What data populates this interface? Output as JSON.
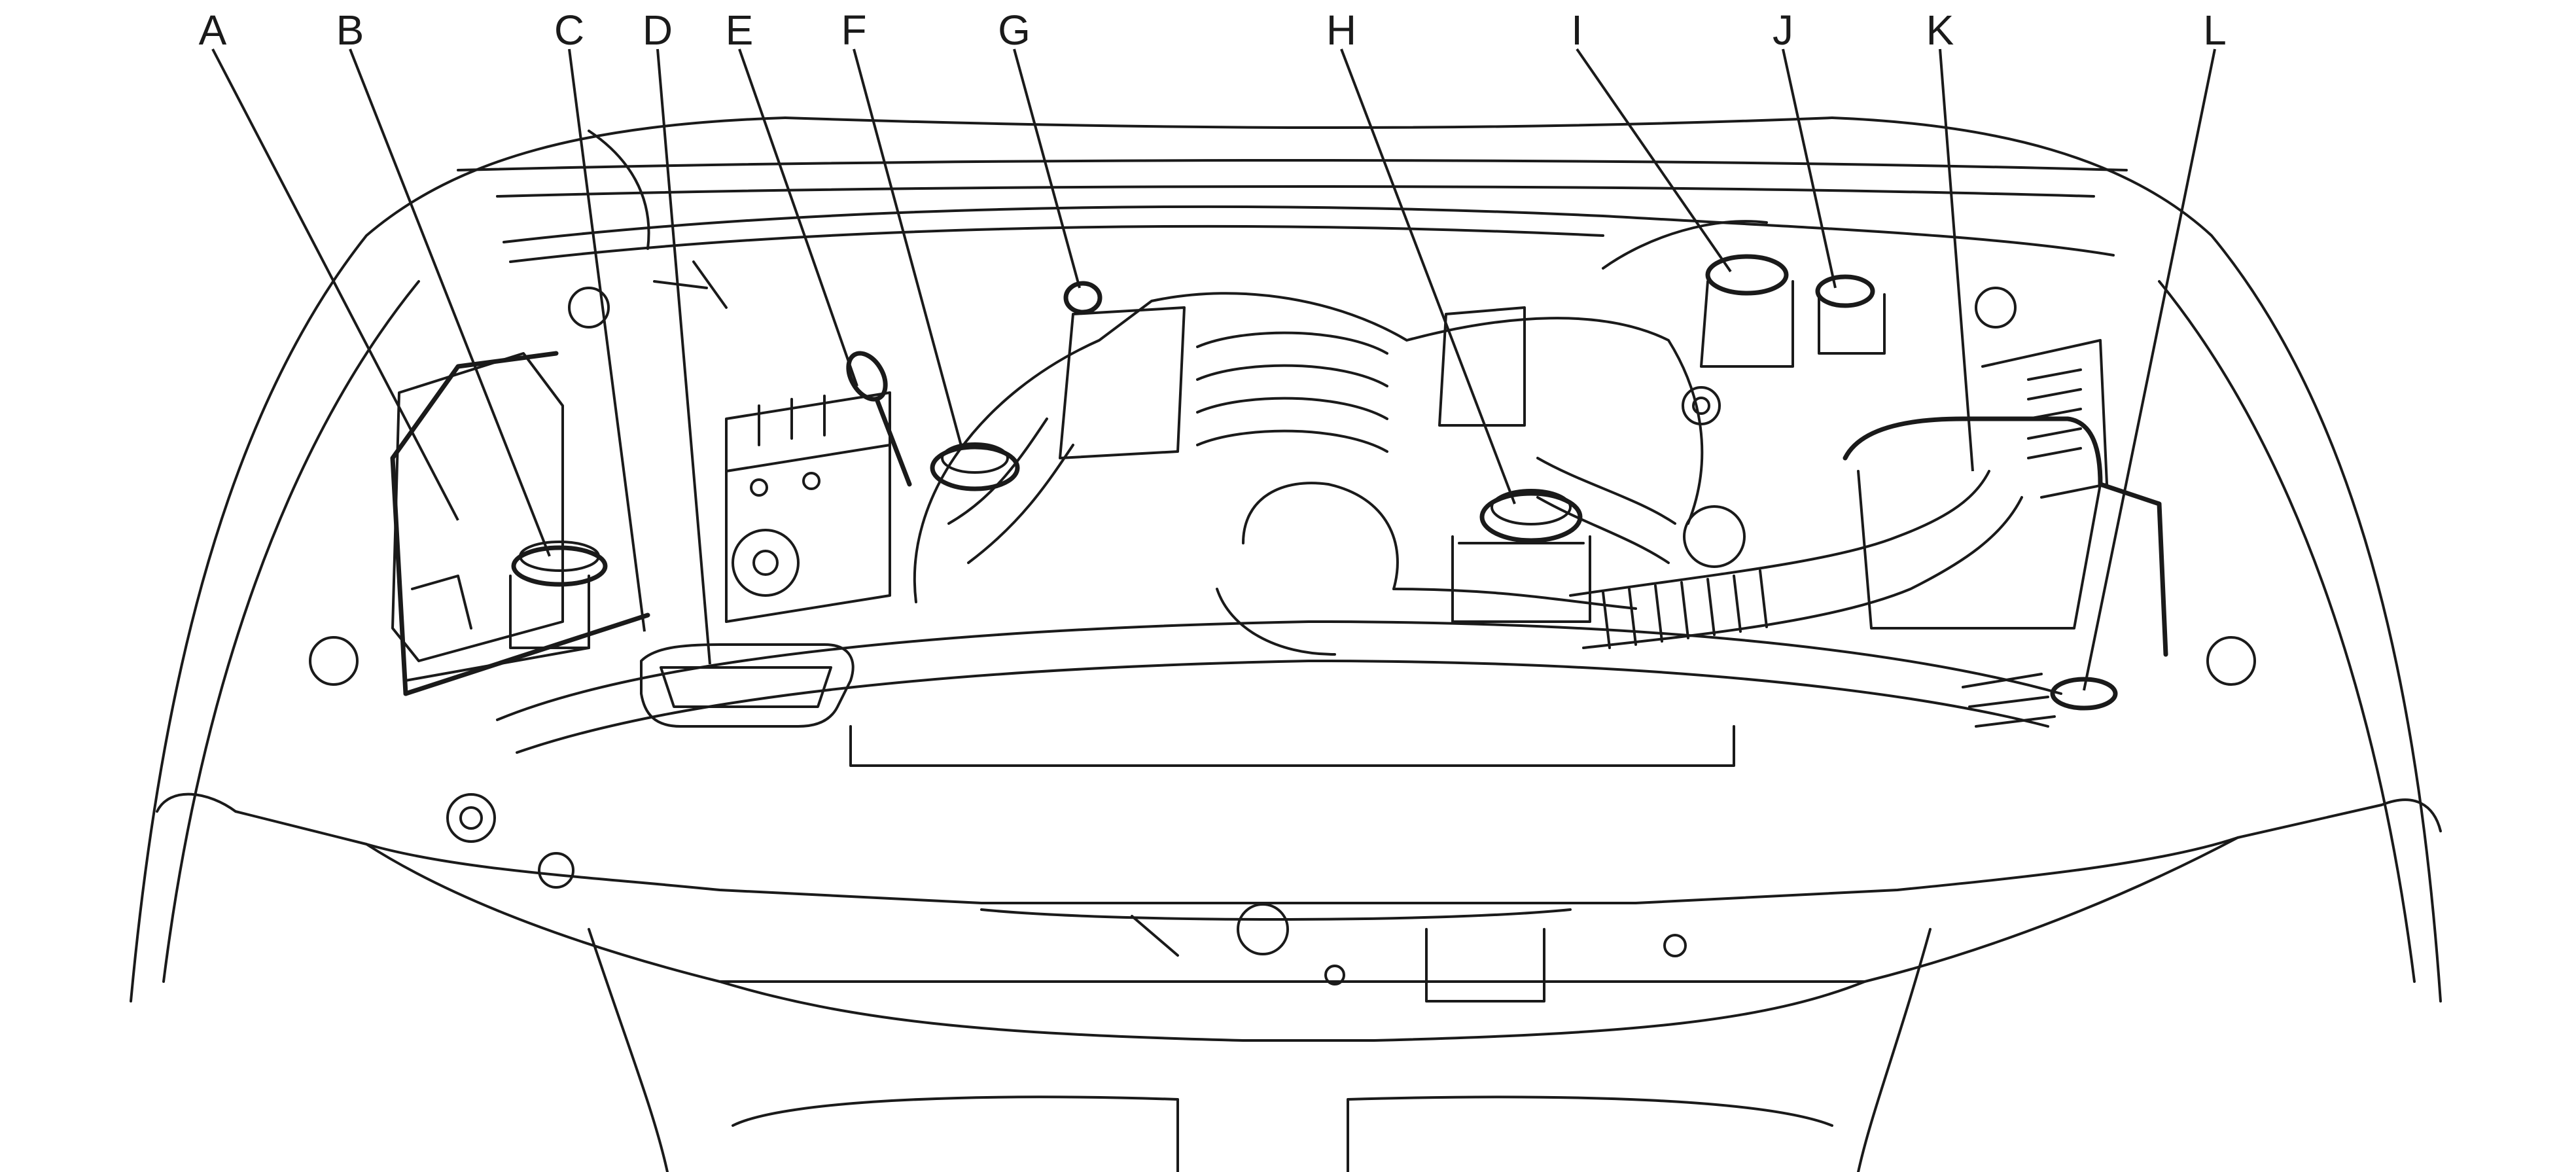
{
  "callouts": [
    {
      "letter": "A"
    },
    {
      "letter": "B"
    },
    {
      "letter": "C"
    },
    {
      "letter": "D"
    },
    {
      "letter": "E"
    },
    {
      "letter": "F"
    },
    {
      "letter": "G"
    },
    {
      "letter": "H"
    },
    {
      "letter": "I"
    },
    {
      "letter": "J"
    },
    {
      "letter": "K"
    },
    {
      "letter": "L"
    }
  ],
  "colors": {
    "line": "#1a1a1a",
    "background": "#ffffff"
  }
}
